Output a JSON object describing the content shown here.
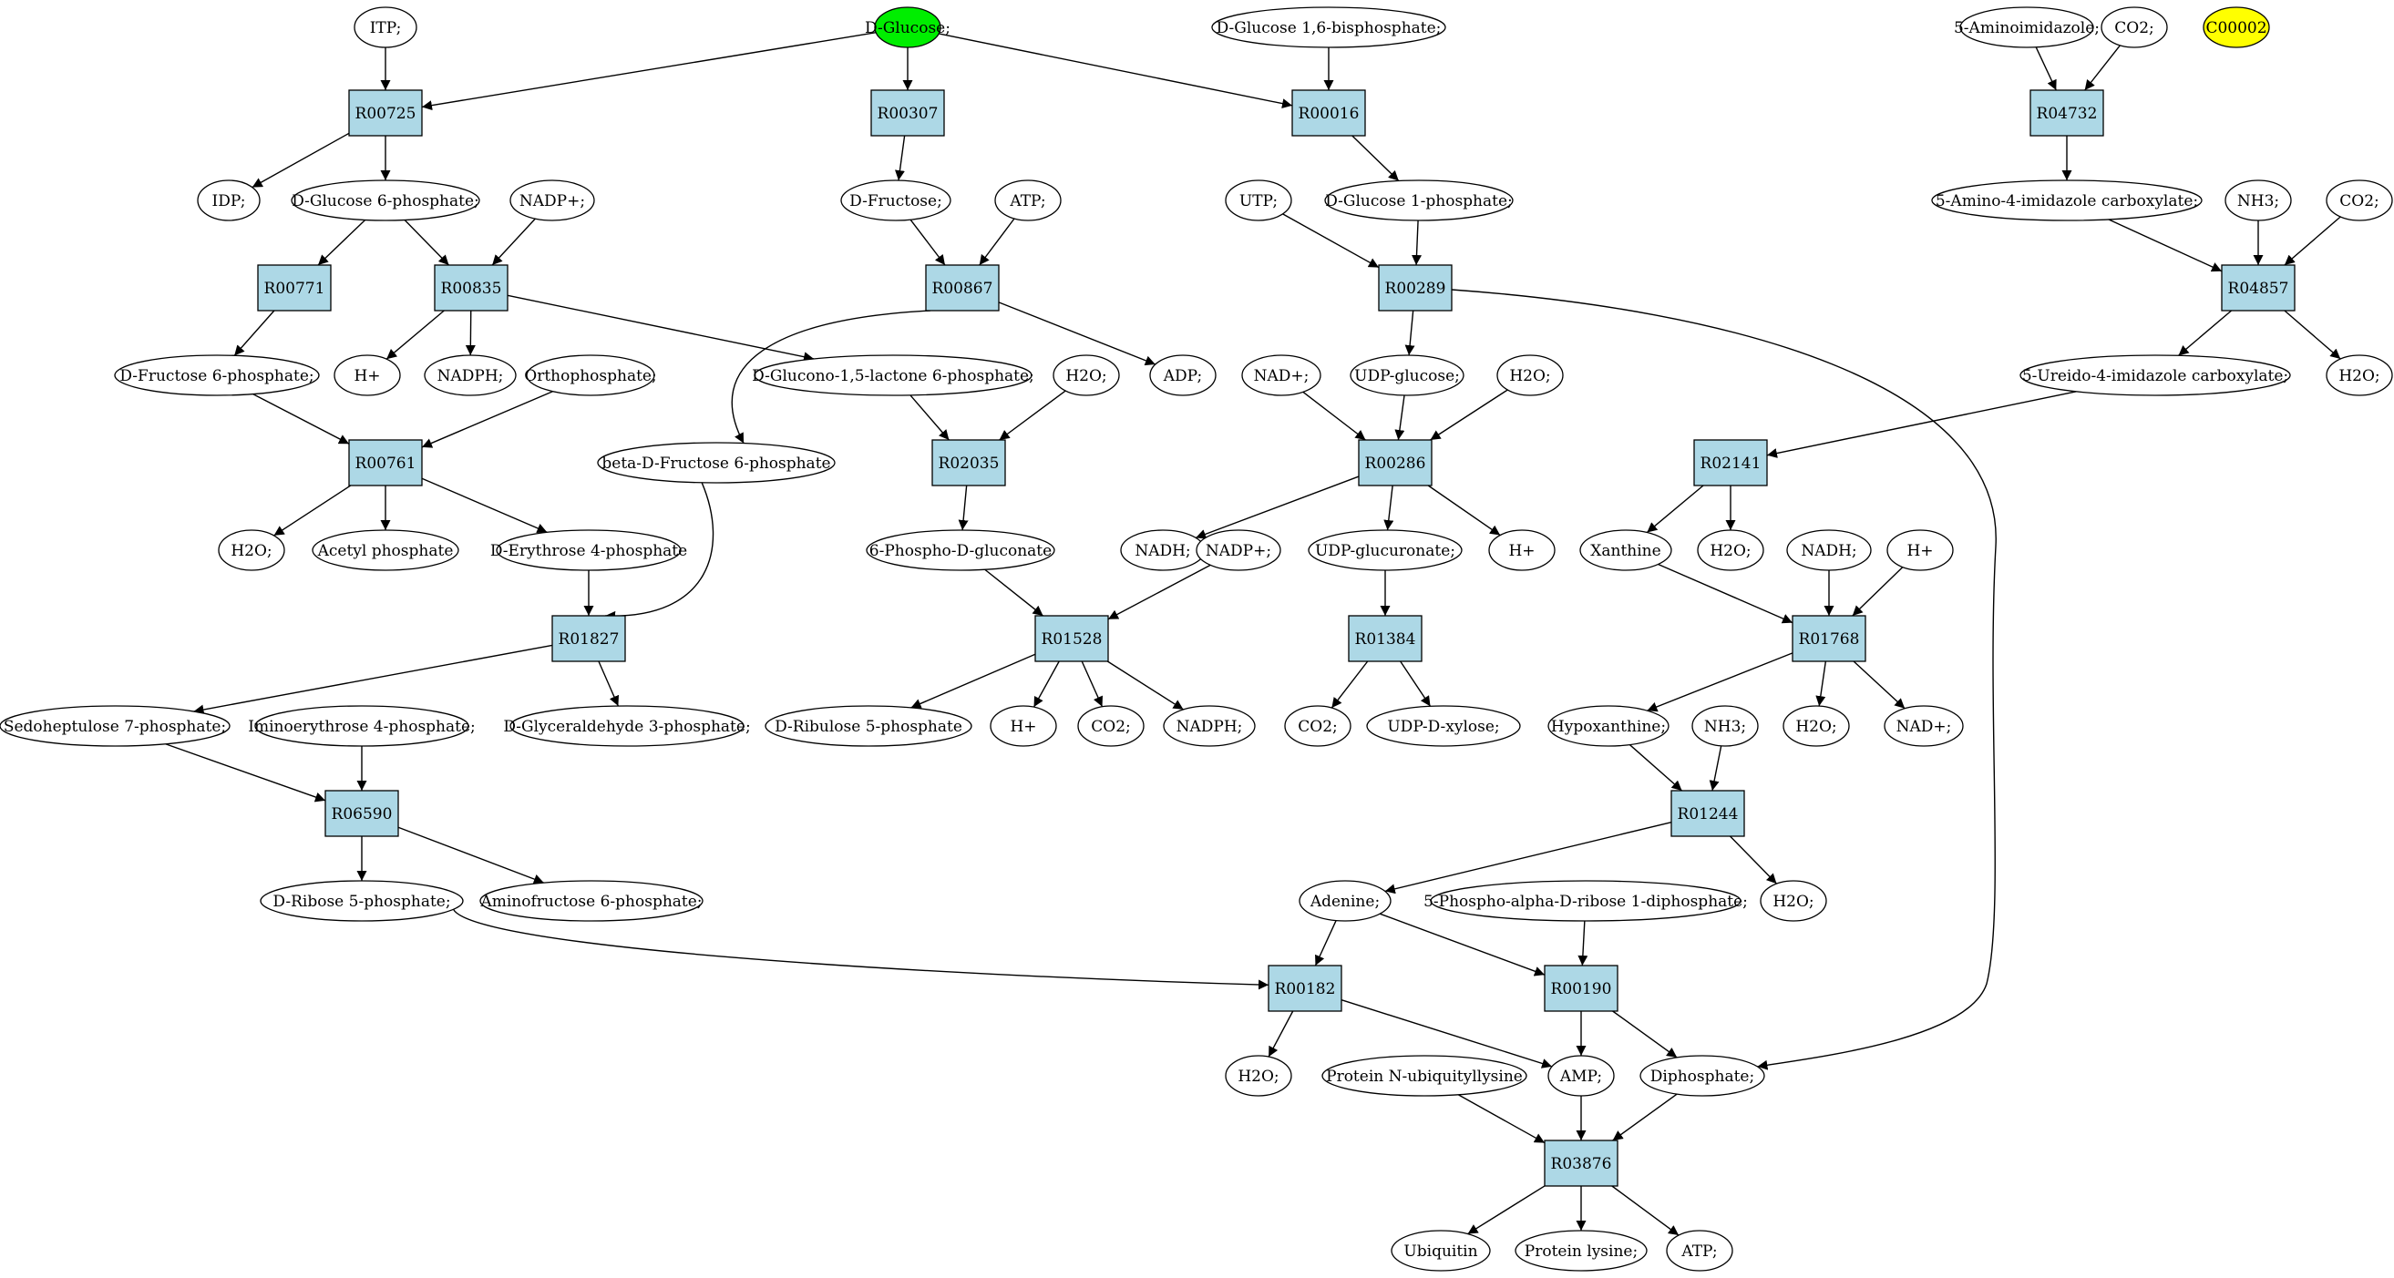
{
  "graph": {
    "colors": {
      "reaction_fill": "#add8e6",
      "compound_fill": "#ffffff",
      "start_fill": "#00ee00",
      "highlight_fill": "#ffff00",
      "stroke": "#000000"
    },
    "nodes": [
      {
        "id": "itp",
        "label": "ITP;",
        "kind": "compound"
      },
      {
        "id": "dglucose",
        "label": "D-Glucose;",
        "kind": "start"
      },
      {
        "id": "dg16bp",
        "label": "D-Glucose 1,6-bisphosphate;",
        "kind": "compound"
      },
      {
        "id": "aminoimid",
        "label": "5-Aminoimidazole;",
        "kind": "compound"
      },
      {
        "id": "co2_a",
        "label": "CO2;",
        "kind": "compound"
      },
      {
        "id": "c00002",
        "label": "C00002",
        "kind": "highlight"
      },
      {
        "id": "R00725",
        "label": "R00725",
        "kind": "reaction"
      },
      {
        "id": "R00307",
        "label": "R00307",
        "kind": "reaction"
      },
      {
        "id": "R00016",
        "label": "R00016",
        "kind": "reaction"
      },
      {
        "id": "R04732",
        "label": "R04732",
        "kind": "reaction"
      },
      {
        "id": "idp",
        "label": "IDP;",
        "kind": "compound"
      },
      {
        "id": "dg6p",
        "label": "D-Glucose 6-phosphate;",
        "kind": "compound"
      },
      {
        "id": "nadp_a",
        "label": "NADP+;",
        "kind": "compound"
      },
      {
        "id": "dfructose",
        "label": "D-Fructose;",
        "kind": "compound"
      },
      {
        "id": "atp_a",
        "label": "ATP;",
        "kind": "compound"
      },
      {
        "id": "utp",
        "label": "UTP;",
        "kind": "compound"
      },
      {
        "id": "dg1p",
        "label": "D-Glucose 1-phosphate;",
        "kind": "compound"
      },
      {
        "id": "aica",
        "label": "5-Amino-4-imidazole carboxylate;",
        "kind": "compound"
      },
      {
        "id": "nh3_a",
        "label": "NH3;",
        "kind": "compound"
      },
      {
        "id": "co2_b",
        "label": "CO2;",
        "kind": "compound"
      },
      {
        "id": "R00771",
        "label": "R00771",
        "kind": "reaction"
      },
      {
        "id": "R00835",
        "label": "R00835",
        "kind": "reaction"
      },
      {
        "id": "R00867",
        "label": "R00867",
        "kind": "reaction"
      },
      {
        "id": "R00289",
        "label": "R00289",
        "kind": "reaction"
      },
      {
        "id": "R04857",
        "label": "R04857",
        "kind": "reaction"
      },
      {
        "id": "df6p",
        "label": "D-Fructose 6-phosphate;",
        "kind": "compound"
      },
      {
        "id": "hplus_a",
        "label": "H+",
        "kind": "compound"
      },
      {
        "id": "nadph_a",
        "label": "NADPH;",
        "kind": "compound"
      },
      {
        "id": "orthophos",
        "label": "Orthophosphate;",
        "kind": "compound"
      },
      {
        "id": "dglucono",
        "label": "D-Glucono-1,5-lactone 6-phosphate;",
        "kind": "compound"
      },
      {
        "id": "h2o_a",
        "label": "H2O;",
        "kind": "compound"
      },
      {
        "id": "adp",
        "label": "ADP;",
        "kind": "compound"
      },
      {
        "id": "nad_a",
        "label": "NAD+;",
        "kind": "compound"
      },
      {
        "id": "udpglc",
        "label": "UDP-glucose;",
        "kind": "compound"
      },
      {
        "id": "h2o_b",
        "label": "H2O;",
        "kind": "compound"
      },
      {
        "id": "ureido",
        "label": "5-Ureido-4-imidazole carboxylate;",
        "kind": "compound"
      },
      {
        "id": "h2o_c",
        "label": "H2O;",
        "kind": "compound"
      },
      {
        "id": "R00761",
        "label": "R00761",
        "kind": "reaction"
      },
      {
        "id": "bdf6p",
        "label": "beta-D-Fructose 6-phosphate",
        "kind": "compound"
      },
      {
        "id": "R02035",
        "label": "R02035",
        "kind": "reaction"
      },
      {
        "id": "R00286",
        "label": "R00286",
        "kind": "reaction"
      },
      {
        "id": "R02141",
        "label": "R02141",
        "kind": "reaction"
      },
      {
        "id": "h2o_d",
        "label": "H2O;",
        "kind": "compound"
      },
      {
        "id": "acetylp",
        "label": "Acetyl phosphate",
        "kind": "compound"
      },
      {
        "id": "de4p",
        "label": "D-Erythrose 4-phosphate",
        "kind": "compound"
      },
      {
        "id": "pgluconate",
        "label": "6-Phospho-D-gluconate",
        "kind": "compound"
      },
      {
        "id": "nadh_a",
        "label": "NADH;",
        "kind": "compound"
      },
      {
        "id": "nadp_b",
        "label": "NADP+;",
        "kind": "compound"
      },
      {
        "id": "udpgluc",
        "label": "UDP-glucuronate;",
        "kind": "compound"
      },
      {
        "id": "hplus_b",
        "label": "H+",
        "kind": "compound"
      },
      {
        "id": "xanthine",
        "label": "Xanthine",
        "kind": "compound"
      },
      {
        "id": "h2o_e",
        "label": "H2O;",
        "kind": "compound"
      },
      {
        "id": "nadh_b",
        "label": "NADH;",
        "kind": "compound"
      },
      {
        "id": "hplus_c",
        "label": "H+",
        "kind": "compound"
      },
      {
        "id": "R01827",
        "label": "R01827",
        "kind": "reaction"
      },
      {
        "id": "R01528",
        "label": "R01528",
        "kind": "reaction"
      },
      {
        "id": "R01384",
        "label": "R01384",
        "kind": "reaction"
      },
      {
        "id": "R01768",
        "label": "R01768",
        "kind": "reaction"
      },
      {
        "id": "s7p",
        "label": "Sedoheptulose 7-phosphate;",
        "kind": "compound"
      },
      {
        "id": "imino",
        "label": "Iminoerythrose 4-phosphate;",
        "kind": "compound"
      },
      {
        "id": "dga3p",
        "label": "D-Glyceraldehyde 3-phosphate;",
        "kind": "compound"
      },
      {
        "id": "dr5p",
        "label": "D-Ribulose 5-phosphate",
        "kind": "compound"
      },
      {
        "id": "hplus_d",
        "label": "H+",
        "kind": "compound"
      },
      {
        "id": "co2_c",
        "label": "CO2;",
        "kind": "compound"
      },
      {
        "id": "nadph_b",
        "label": "NADPH;",
        "kind": "compound"
      },
      {
        "id": "co2_d",
        "label": "CO2;",
        "kind": "compound"
      },
      {
        "id": "udpxyl",
        "label": "UDP-D-xylose;",
        "kind": "compound"
      },
      {
        "id": "hypox",
        "label": "Hypoxanthine;",
        "kind": "compound"
      },
      {
        "id": "nh3_b",
        "label": "NH3;",
        "kind": "compound"
      },
      {
        "id": "h2o_f",
        "label": "H2O;",
        "kind": "compound"
      },
      {
        "id": "nad_b",
        "label": "NAD+;",
        "kind": "compound"
      },
      {
        "id": "R06590",
        "label": "R06590",
        "kind": "reaction"
      },
      {
        "id": "R01244",
        "label": "R01244",
        "kind": "reaction"
      },
      {
        "id": "dribose5p",
        "label": "D-Ribose 5-phosphate;",
        "kind": "compound"
      },
      {
        "id": "aminof6p",
        "label": "Aminofructose 6-phosphate;",
        "kind": "compound"
      },
      {
        "id": "adenine",
        "label": "Adenine;",
        "kind": "compound"
      },
      {
        "id": "prpp",
        "label": "5-Phospho-alpha-D-ribose 1-diphosphate;",
        "kind": "compound"
      },
      {
        "id": "h2o_g",
        "label": "H2O;",
        "kind": "compound"
      },
      {
        "id": "R00182",
        "label": "R00182",
        "kind": "reaction"
      },
      {
        "id": "R00190",
        "label": "R00190",
        "kind": "reaction"
      },
      {
        "id": "h2o_h",
        "label": "H2O;",
        "kind": "compound"
      },
      {
        "id": "protub",
        "label": "Protein N-ubiquityllysine",
        "kind": "compound"
      },
      {
        "id": "amp",
        "label": "AMP;",
        "kind": "compound"
      },
      {
        "id": "diphos",
        "label": "Diphosphate;",
        "kind": "compound"
      },
      {
        "id": "R03876",
        "label": "R03876",
        "kind": "reaction"
      },
      {
        "id": "ubiquitin",
        "label": "Ubiquitin",
        "kind": "compound"
      },
      {
        "id": "protlys",
        "label": "Protein lysine;",
        "kind": "compound"
      },
      {
        "id": "atp_b",
        "label": "ATP;",
        "kind": "compound"
      }
    ],
    "edges": [
      [
        "itp",
        "R00725"
      ],
      [
        "dglucose",
        "R00725"
      ],
      [
        "dglucose",
        "R00307"
      ],
      [
        "dglucose",
        "R00016"
      ],
      [
        "dg16bp",
        "R00016"
      ],
      [
        "aminoimid",
        "R04732"
      ],
      [
        "co2_a",
        "R04732"
      ],
      [
        "R00725",
        "idp"
      ],
      [
        "R00725",
        "dg6p"
      ],
      [
        "R00307",
        "dfructose"
      ],
      [
        "R00016",
        "dg1p"
      ],
      [
        "R04732",
        "aica"
      ],
      [
        "dg6p",
        "R00771"
      ],
      [
        "dg6p",
        "R00835"
      ],
      [
        "nadp_a",
        "R00835"
      ],
      [
        "dfructose",
        "R00867"
      ],
      [
        "atp_a",
        "R00867"
      ],
      [
        "utp",
        "R00289"
      ],
      [
        "dg1p",
        "R00289"
      ],
      [
        "aica",
        "R04857"
      ],
      [
        "nh3_a",
        "R04857"
      ],
      [
        "co2_b",
        "R04857"
      ],
      [
        "R00771",
        "df6p"
      ],
      [
        "R00835",
        "hplus_a"
      ],
      [
        "R00835",
        "nadph_a"
      ],
      [
        "R00835",
        "dglucono"
      ],
      [
        "R00867",
        "adp"
      ],
      [
        "R00867",
        "bdf6p"
      ],
      [
        "R00289",
        "udpglc"
      ],
      [
        "R00289",
        "diphos"
      ],
      [
        "R04857",
        "ureido"
      ],
      [
        "R04857",
        "h2o_c"
      ],
      [
        "df6p",
        "R00761"
      ],
      [
        "orthophos",
        "R00761"
      ],
      [
        "dglucono",
        "R02035"
      ],
      [
        "h2o_a",
        "R02035"
      ],
      [
        "nad_a",
        "R00286"
      ],
      [
        "udpglc",
        "R00286"
      ],
      [
        "h2o_b",
        "R00286"
      ],
      [
        "ureido",
        "R02141"
      ],
      [
        "R00761",
        "h2o_d"
      ],
      [
        "R00761",
        "acetylp"
      ],
      [
        "R00761",
        "de4p"
      ],
      [
        "R02035",
        "pgluconate"
      ],
      [
        "R00286",
        "nadh_a"
      ],
      [
        "R00286",
        "udpgluc"
      ],
      [
        "R00286",
        "hplus_b"
      ],
      [
        "R02141",
        "xanthine"
      ],
      [
        "R02141",
        "h2o_e"
      ],
      [
        "de4p",
        "R01827"
      ],
      [
        "bdf6p",
        "R01827"
      ],
      [
        "pgluconate",
        "R01528"
      ],
      [
        "nadp_b",
        "R01528"
      ],
      [
        "udpgluc",
        "R01384"
      ],
      [
        "xanthine",
        "R01768"
      ],
      [
        "nadh_b",
        "R01768"
      ],
      [
        "hplus_c",
        "R01768"
      ],
      [
        "R01827",
        "s7p"
      ],
      [
        "R01827",
        "dga3p"
      ],
      [
        "R01528",
        "dr5p"
      ],
      [
        "R01528",
        "hplus_d"
      ],
      [
        "R01528",
        "co2_c"
      ],
      [
        "R01528",
        "nadph_b"
      ],
      [
        "R01384",
        "co2_d"
      ],
      [
        "R01384",
        "udpxyl"
      ],
      [
        "R01768",
        "hypox"
      ],
      [
        "R01768",
        "h2o_f"
      ],
      [
        "R01768",
        "nad_b"
      ],
      [
        "s7p",
        "R06590"
      ],
      [
        "imino",
        "R06590"
      ],
      [
        "hypox",
        "R01244"
      ],
      [
        "nh3_b",
        "R01244"
      ],
      [
        "R06590",
        "dribose5p"
      ],
      [
        "R06590",
        "aminof6p"
      ],
      [
        "R01244",
        "adenine"
      ],
      [
        "R01244",
        "h2o_g"
      ],
      [
        "dribose5p",
        "R00182"
      ],
      [
        "adenine",
        "R00182"
      ],
      [
        "adenine",
        "R00190"
      ],
      [
        "prpp",
        "R00190"
      ],
      [
        "R00182",
        "h2o_h"
      ],
      [
        "R00182",
        "amp"
      ],
      [
        "R00190",
        "amp"
      ],
      [
        "R00190",
        "diphos"
      ],
      [
        "protub",
        "R03876"
      ],
      [
        "amp",
        "R03876"
      ],
      [
        "diphos",
        "R03876"
      ],
      [
        "R03876",
        "ubiquitin"
      ],
      [
        "R03876",
        "protlys"
      ],
      [
        "R03876",
        "atp_b"
      ]
    ]
  }
}
